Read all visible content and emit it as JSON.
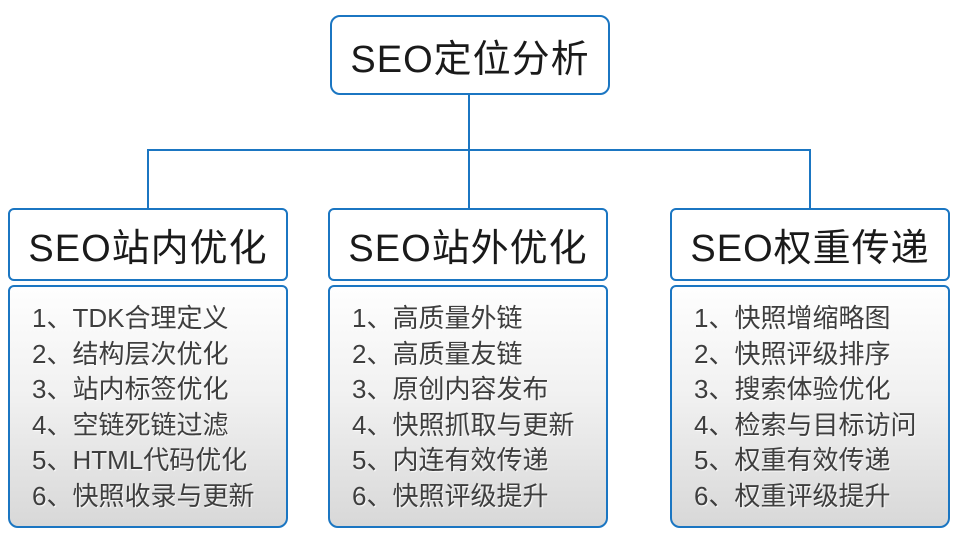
{
  "colors": {
    "accent": "#1b76c2",
    "header_text": "#1a1a1a",
    "item_text": "#3e3e3e",
    "panel_gradient_top": "#fefefe",
    "panel_gradient_bottom": "#d8d8d8"
  },
  "root": {
    "title": "SEO定位分析"
  },
  "branches": [
    {
      "title": "SEO站内优化",
      "items": [
        "1、TDK合理定义",
        "2、结构层次优化",
        "3、站内标签优化",
        "4、空链死链过滤",
        "5、HTML代码优化",
        "6、快照收录与更新"
      ]
    },
    {
      "title": "SEO站外优化",
      "items": [
        "1、高质量外链",
        "2、高质量友链",
        "3、原创内容发布",
        "4、快照抓取与更新",
        "5、内连有效传递",
        "6、快照评级提升"
      ]
    },
    {
      "title": "SEO权重传递",
      "items": [
        "1、快照增缩略图",
        "2、快照评级排序",
        "3、搜索体验优化",
        "4、检索与目标访问",
        "5、权重有效传递",
        "6、权重评级提升"
      ]
    }
  ]
}
